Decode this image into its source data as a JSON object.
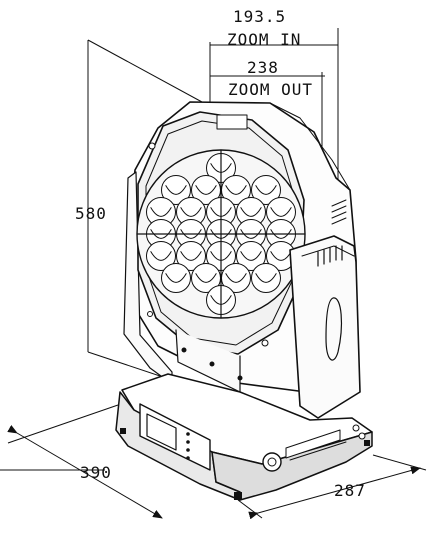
{
  "dimensions": {
    "width_zoom_in": {
      "value": "193.5",
      "label": "ZOOM IN"
    },
    "width_zoom_out": {
      "value": "238",
      "label": "ZOOM OUT"
    },
    "height": "580",
    "base_width": "390",
    "base_depth": "287"
  }
}
